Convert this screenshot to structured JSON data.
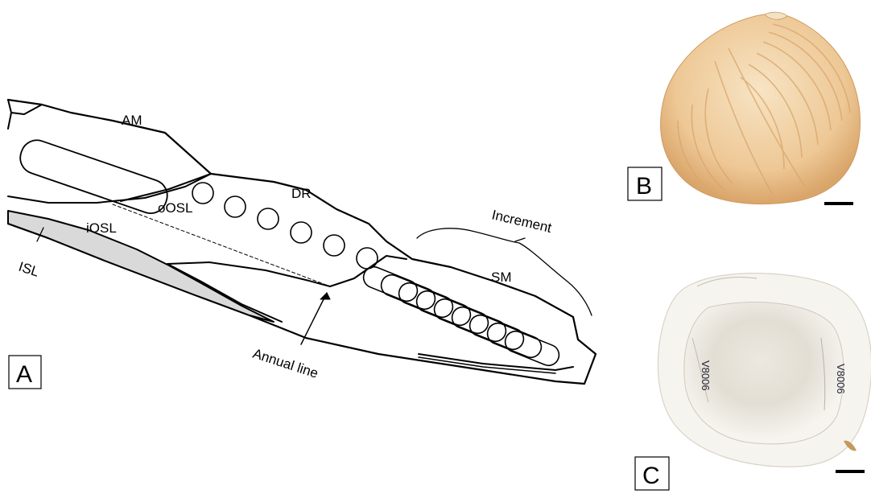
{
  "panels": {
    "a": "A",
    "b": "B",
    "c": "C"
  },
  "labels": {
    "am": "AM",
    "dr": "DR",
    "oosl": "oOSL",
    "iosl": "iOSL",
    "isl": "ISL",
    "increment": "Increment",
    "sm": "SM",
    "annual_line": "Annual line"
  },
  "specimen_labels": {
    "left": "V8006",
    "right": "V8006"
  },
  "colors": {
    "outline": "#000000",
    "isl_fill": "#d9d9d9",
    "shell_exterior": "#f0d3a6",
    "shell_pattern": "#d9a56a",
    "shell_interior": "#f4f1ea"
  }
}
